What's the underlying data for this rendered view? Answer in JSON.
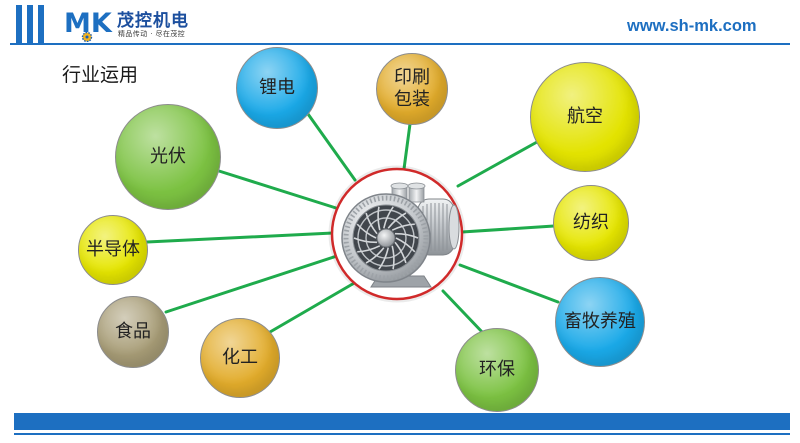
{
  "header": {
    "logo_mark": "MK",
    "logo_icon": "gear-icon",
    "company_name": "茂控机电",
    "tagline": "精品传动 · 尽在茂控",
    "website": "www.sh-mk.com"
  },
  "title": "行业运用",
  "colors": {
    "brand_blue": "#1d6fc1",
    "connector_green": "#1fab4c",
    "hub_ring_red": "#d02a2a",
    "bubble_border": "#8c8c8c"
  },
  "industries": [
    {
      "lines": [
        "锂电"
      ],
      "color": "#1aa9e8"
    },
    {
      "lines": [
        "印刷",
        "包装"
      ],
      "color": "#e2ac2b"
    },
    {
      "lines": [
        "航空"
      ],
      "color": "#e3e300"
    },
    {
      "lines": [
        "光伏"
      ],
      "color": "#7cc242"
    },
    {
      "lines": [
        "纺织"
      ],
      "color": "#e6e600"
    },
    {
      "lines": [
        "半导体"
      ],
      "color": "#e6e600"
    },
    {
      "lines": [
        "畜牧养殖"
      ],
      "color": "#1aa9e8"
    },
    {
      "lines": [
        "食品"
      ],
      "color": "#a89d77"
    },
    {
      "lines": [
        "化工"
      ],
      "color": "#e2ac2b"
    },
    {
      "lines": [
        "环保"
      ],
      "color": "#7cc242"
    }
  ]
}
